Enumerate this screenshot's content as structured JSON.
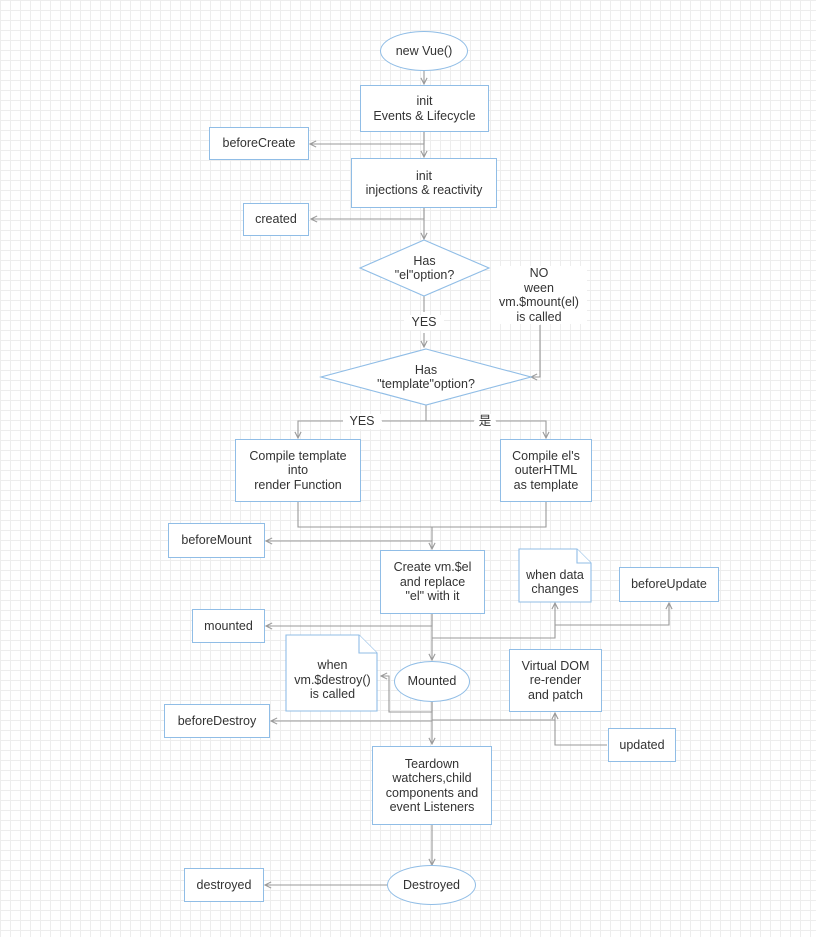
{
  "nodes": {
    "new_vue": "new Vue()",
    "init_events": "init\nEvents & Lifecycle",
    "before_create": "beforeCreate",
    "init_injections": "init\ninjections & reactivity",
    "created": "created",
    "has_el": "Has\n\"el\"option?",
    "no_note": "NO\nween\nvm.$mount(el)\nis called",
    "yes_1": "YES",
    "has_template": "Has\n\"template\"option?",
    "yes_2": "YES",
    "shi": "是",
    "compile_template": "Compile template\ninto\nrender Function",
    "compile_el": "Compile el's\nouterHTML\nas template",
    "before_mount": "beforeMount",
    "create_el": "Create vm.$el\nand replace\n\"el\" with it",
    "data_changes": "when data\nchanges",
    "before_update": "beforeUpdate",
    "mounted_hook": "mounted",
    "destroy_note": "when\nvm.$destroy()\nis called",
    "mounted_state": "Mounted",
    "virtual_dom": "Virtual DOM\nre-render\nand patch",
    "before_destroy": "beforeDestroy",
    "updated": "updated",
    "teardown": "Teardown\nwatchers,child\ncomponents and\nevent Listeners",
    "destroyed_hook": "destroyed",
    "destroyed_state": "Destroyed"
  },
  "colors": {
    "border": "#90bde6",
    "connector": "#999999",
    "grid": "#ededed"
  }
}
